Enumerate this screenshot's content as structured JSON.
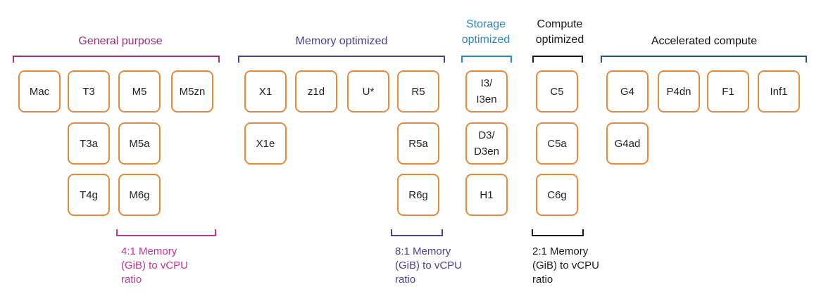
{
  "colors": {
    "box_border": "#e28a3e",
    "general": "#9c2f7e",
    "memory": "#4f3f8f",
    "storage": "#2e86c1",
    "compute": "#1a1a1a",
    "accelerated": "#1c5a5c"
  },
  "categories": {
    "general": {
      "title": "General purpose",
      "ratio": "4:1 Memory\n(GiB) to vCPU\nratio"
    },
    "memory": {
      "title": "Memory optimized",
      "ratio": "8:1 Memory\n(GiB) to vCPU\nratio"
    },
    "storage": {
      "title": "Storage\noptimized"
    },
    "compute": {
      "title": "Compute\noptimized",
      "ratio": "2:1 Memory\n(GiB) to vCPU\nratio"
    },
    "accelerated": {
      "title": "Accelerated compute"
    }
  },
  "instances": {
    "mac": "Mac",
    "t3": "T3",
    "m5": "M5",
    "m5zn": "M5zn",
    "t3a": "T3a",
    "m5a": "M5a",
    "t4g": "T4g",
    "m6g": "M6g",
    "x1": "X1",
    "z1d": "z1d",
    "u": "U*",
    "r5": "R5",
    "x1e": "X1e",
    "r5a": "R5a",
    "r6g": "R6g",
    "i3": "I3/\nI3en",
    "d3": "D3/\nD3en",
    "h1": "H1",
    "c5": "C5",
    "c5a": "C5a",
    "c6g": "C6g",
    "g4": "G4",
    "p4dn": "P4dn",
    "f1": "F1",
    "inf1": "Inf1",
    "g4ad": "G4ad"
  }
}
